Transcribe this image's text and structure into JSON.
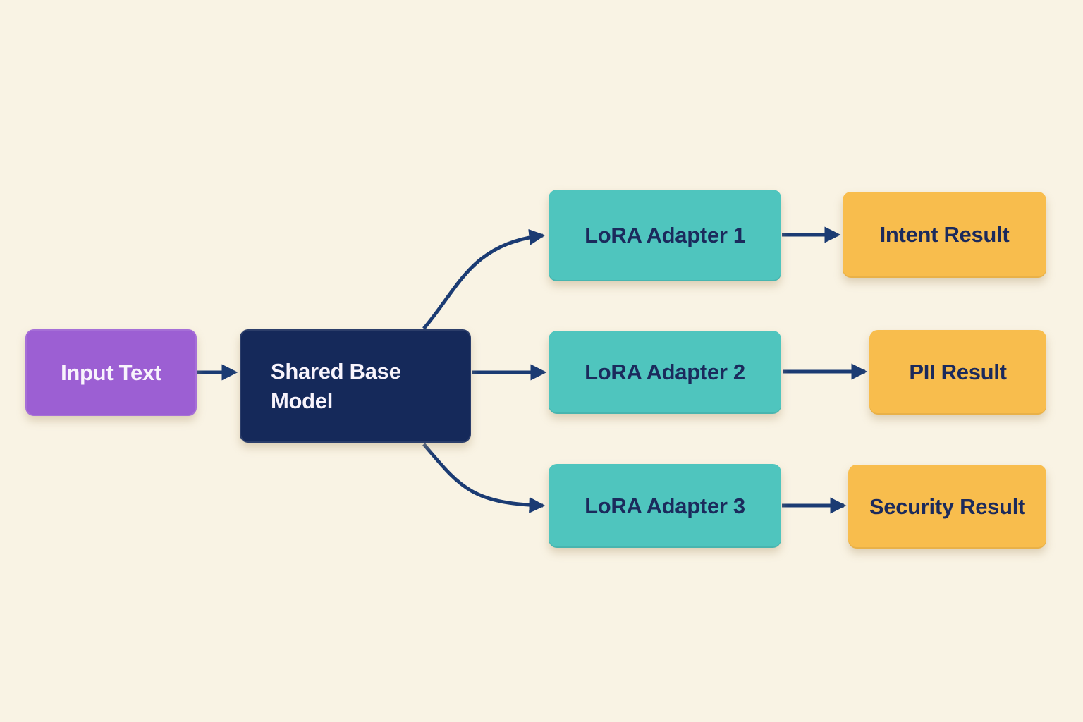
{
  "diagram": {
    "type": "flowchart",
    "nodes": {
      "input": {
        "id": "input",
        "label": "Input Text",
        "fill": "#9c5fd3",
        "text_color": "#f8f4fc"
      },
      "base": {
        "id": "base",
        "label": "Shared Base Model",
        "fill": "#15295a",
        "text_color": "#f8f4fc"
      },
      "adapter1": {
        "id": "adapter1",
        "label": "LoRA Adapter 1",
        "fill": "#4fc5be",
        "text_color": "#1b2a5c"
      },
      "adapter2": {
        "id": "adapter2",
        "label": "LoRA Adapter 2",
        "fill": "#4fc5be",
        "text_color": "#1b2a5c"
      },
      "adapter3": {
        "id": "adapter3",
        "label": "LoRA Adapter 3",
        "fill": "#4fc5be",
        "text_color": "#1b2a5c"
      },
      "intent": {
        "id": "intent",
        "label": "Intent Result",
        "fill": "#f8bd4d",
        "text_color": "#1b2a5c"
      },
      "pii": {
        "id": "pii",
        "label": "PII Result",
        "fill": "#f8bd4d",
        "text_color": "#1b2a5c"
      },
      "security": {
        "id": "security",
        "label": "Security Result",
        "fill": "#f8bd4d",
        "text_color": "#1b2a5c"
      }
    },
    "edges": [
      {
        "from": "input",
        "to": "base",
        "style": "straight"
      },
      {
        "from": "base",
        "to": "adapter1",
        "style": "curved-up"
      },
      {
        "from": "base",
        "to": "adapter2",
        "style": "straight"
      },
      {
        "from": "base",
        "to": "adapter3",
        "style": "curved-down"
      },
      {
        "from": "adapter1",
        "to": "intent",
        "style": "straight"
      },
      {
        "from": "adapter2",
        "to": "pii",
        "style": "straight"
      },
      {
        "from": "adapter3",
        "to": "security",
        "style": "straight"
      }
    ],
    "colors": {
      "background": "#f9f3e4",
      "arrow": "#1b3b73"
    }
  }
}
